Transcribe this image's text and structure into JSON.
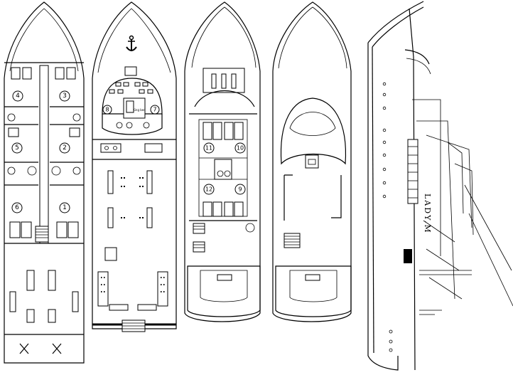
{
  "decks": [
    {
      "id": "lower-deck",
      "cabins": [
        "1",
        "2",
        "3",
        "4",
        "5",
        "6"
      ]
    },
    {
      "id": "main-deck",
      "cabins": [
        "7",
        "8"
      ],
      "label": "King bed"
    },
    {
      "id": "upper-deck",
      "cabins": [
        "9",
        "10",
        "11",
        "12"
      ]
    },
    {
      "id": "sun-deck",
      "cabins": []
    }
  ],
  "profile": {
    "vessel_name": "LADY.M"
  },
  "icons": {
    "anchor": "anchor-icon"
  }
}
